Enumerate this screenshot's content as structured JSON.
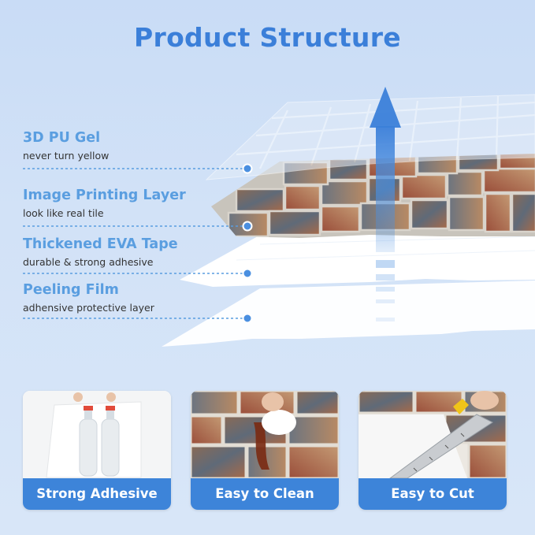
{
  "title": "Product Structure",
  "layers": [
    {
      "name": "3D PU Gel",
      "description": "never turn yellow"
    },
    {
      "name": "Image Printing Layer",
      "description": "look like real tile"
    },
    {
      "name": "Thickened EVA Tape",
      "description": "durable & strong adhesive"
    },
    {
      "name": "Peeling Film",
      "description": "adhensive protective layer"
    }
  ],
  "features": [
    {
      "label": "Strong Adhesive",
      "image": "bottles-hanging-on-panel"
    },
    {
      "label": "Easy to Clean",
      "image": "wiping-stone-tile"
    },
    {
      "label": "Easy to Cut",
      "image": "cutting-tile-with-ruler"
    }
  ],
  "colors": {
    "title": "#3b7fd9",
    "layer_name": "#5a9ee0",
    "accent_dot": "#4a8fe0",
    "feature_bar": "#3d84d9",
    "background": "#d2e2f7"
  }
}
